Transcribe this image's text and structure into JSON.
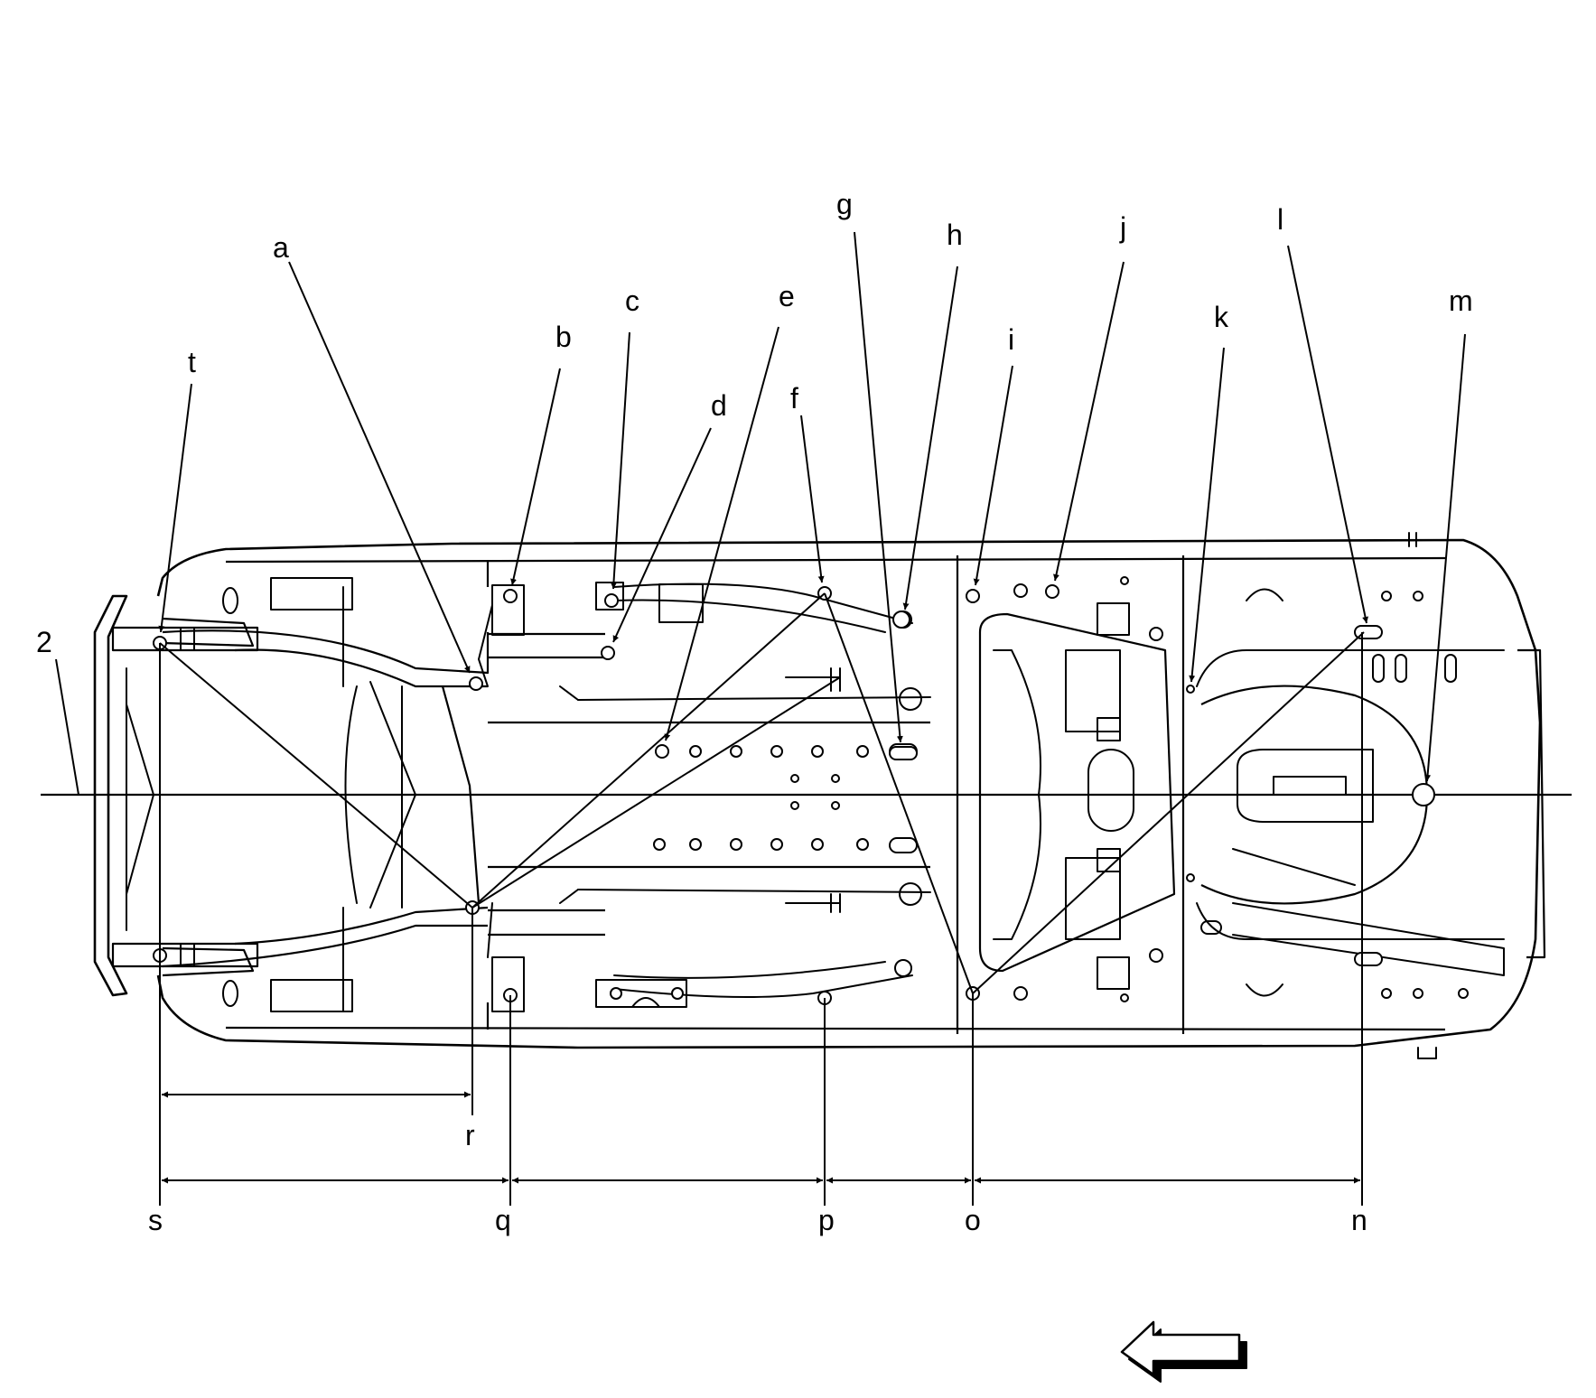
{
  "title": "",
  "labels": {
    "a": "a",
    "b": "b",
    "c": "c",
    "d": "d",
    "e": "e",
    "f": "f",
    "g": "g",
    "h": "h",
    "i": "i",
    "j": "j",
    "k": "k",
    "l": "l",
    "m": "m",
    "n": "n",
    "o": "o",
    "p": "p",
    "q": "q",
    "r": "r",
    "s": "s",
    "t": "t",
    "ref2": "2"
  },
  "icons": {
    "direction": "left-arrow-icon"
  },
  "colors": {
    "line": "#000000",
    "background": "#ffffff"
  }
}
